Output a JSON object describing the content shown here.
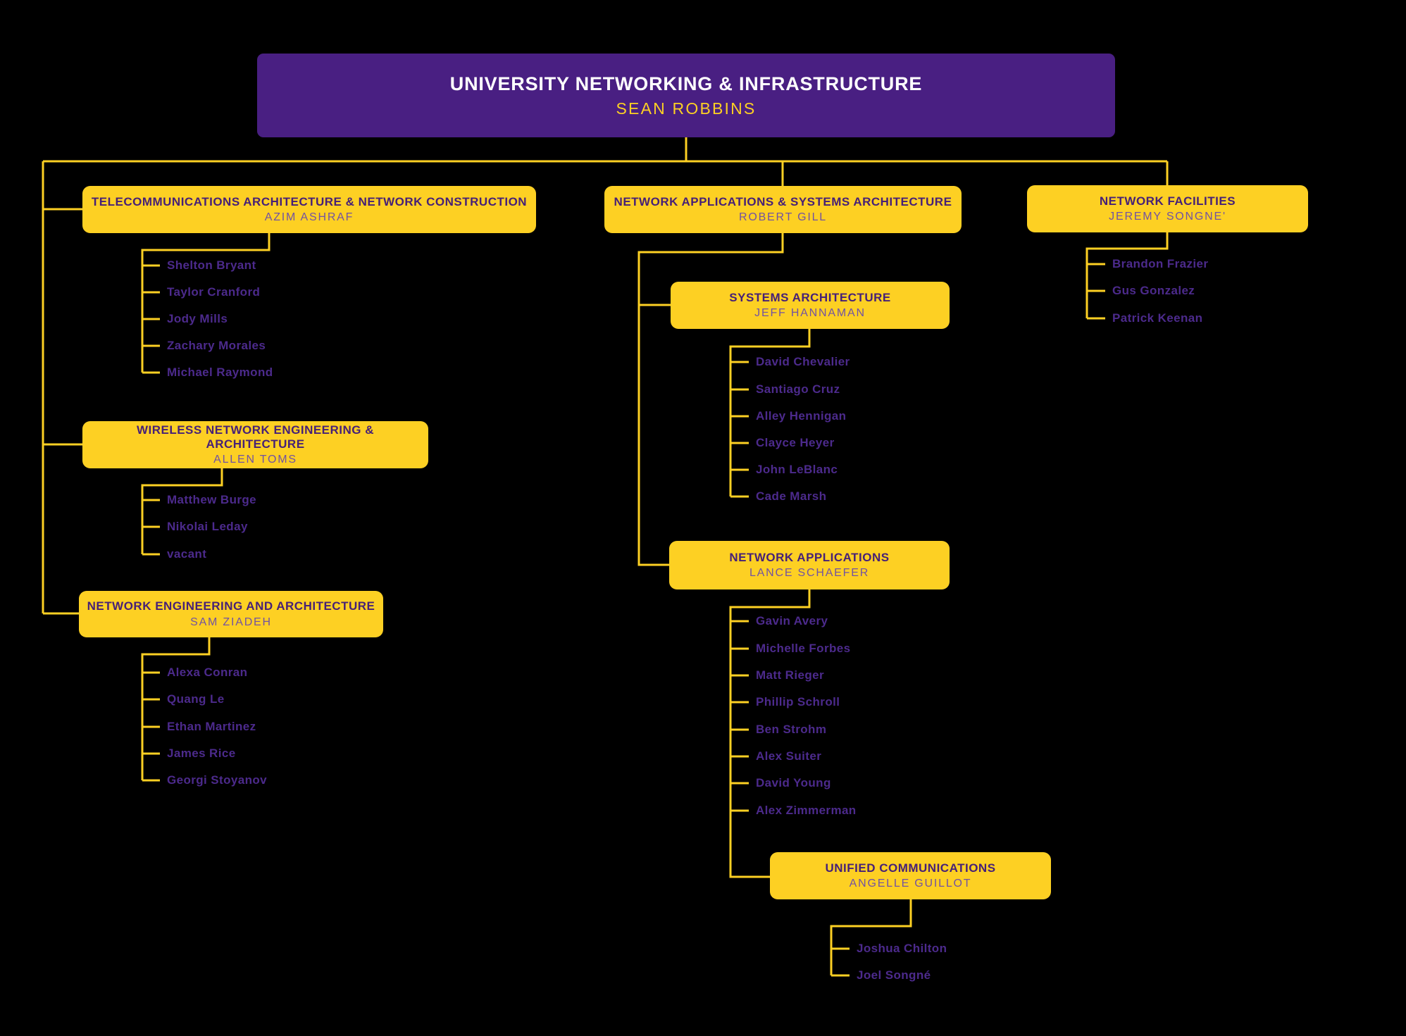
{
  "colors": {
    "background": "#000000",
    "root_box_fill": "#491F82",
    "root_title": "#FFFFFF",
    "root_manager": "#FDD023",
    "dept_box_fill": "#FDD023",
    "dept_title": "#462077",
    "dept_manager": "#7152A3",
    "member_text": "#4C2A8C",
    "connector_line": "#FDD023"
  },
  "root": {
    "title": "UNIVERSITY NETWORKING & INFRASTRUCTURE",
    "manager": "SEAN ROBBINS"
  },
  "departments": [
    {
      "title": "TELECOMMUNICATIONS ARCHITECTURE & NETWORK CONSTRUCTION",
      "manager": "AZIM ASHRAF",
      "members": [
        "Shelton Bryant",
        "Taylor Cranford",
        "Jody Mills",
        "Zachary Morales",
        "Michael Raymond"
      ]
    },
    {
      "title": "WIRELESS NETWORK ENGINEERING & ARCHITECTURE",
      "manager": "ALLEN TOMS",
      "members": [
        "Matthew Burge",
        "Nikolai Leday",
        "vacant"
      ]
    },
    {
      "title": "NETWORK ENGINEERING AND ARCHITECTURE",
      "manager": "SAM ZIADEH",
      "members": [
        "Alexa Conran",
        "Quang Le",
        "Ethan Martinez",
        "James Rice",
        "Georgi Stoyanov"
      ]
    },
    {
      "title": "NETWORK APPLICATIONS & SYSTEMS ARCHITECTURE",
      "manager": "ROBERT GILL",
      "members": []
    },
    {
      "title": "SYSTEMS ARCHITECTURE",
      "manager": "JEFF HANNAMAN",
      "members": [
        "David Chevalier",
        "Santiago Cruz",
        "Alley Hennigan",
        "Clayce Heyer",
        "John LeBlanc",
        "Cade Marsh"
      ]
    },
    {
      "title": "NETWORK APPLICATIONS",
      "manager": "LANCE SCHAEFER",
      "members": [
        "Gavin Avery",
        "Michelle Forbes",
        "Matt Rieger",
        "Phillip Schroll",
        "Ben Strohm",
        "Alex Suiter",
        "David Young",
        "Alex Zimmerman"
      ]
    },
    {
      "title": "UNIFIED COMMUNICATIONS",
      "manager": "ANGELLE GUILLOT",
      "members": [
        "Joshua Chilton",
        "Joel Songné"
      ]
    },
    {
      "title": "NETWORK FACILITIES",
      "manager": "JEREMY SONGNE'",
      "members": [
        "Brandon Frazier",
        "Gus Gonzalez",
        "Patrick Keenan"
      ]
    }
  ]
}
